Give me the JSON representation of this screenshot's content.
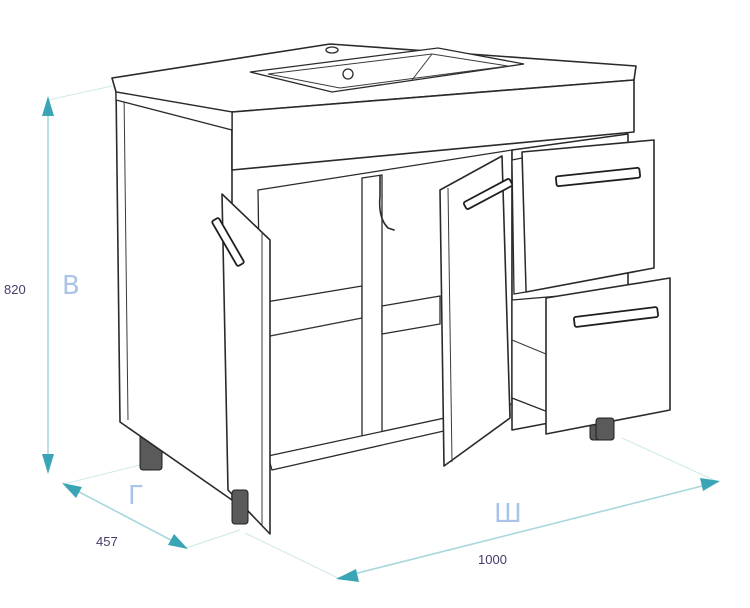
{
  "dimensions": {
    "height": {
      "letter": "В",
      "value": "820"
    },
    "depth": {
      "letter": "Г",
      "value": "457"
    },
    "width": {
      "letter": "Ш",
      "value": "1000"
    }
  },
  "colors": {
    "outline": "#2a2a2a",
    "dimension_line": "#a9d8da",
    "arrow": "#3aa6b5",
    "letter": "#a9c4e8",
    "value_text": "#4a3a6a"
  }
}
